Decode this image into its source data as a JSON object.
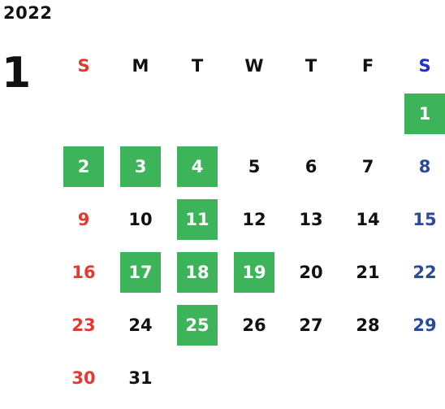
{
  "calendar": {
    "year": "2022",
    "month": "1",
    "weekdays": [
      "S",
      "M",
      "T",
      "W",
      "T",
      "F",
      "S"
    ],
    "first_weekday_index": 6,
    "days": [
      "1",
      "2",
      "3",
      "4",
      "5",
      "6",
      "7",
      "8",
      "9",
      "10",
      "11",
      "12",
      "13",
      "14",
      "15",
      "16",
      "17",
      "18",
      "19",
      "20",
      "21",
      "22",
      "23",
      "24",
      "25",
      "26",
      "27",
      "28",
      "29",
      "30",
      "31"
    ],
    "highlighted_days": [
      "1",
      "2",
      "3",
      "4",
      "11",
      "17",
      "18",
      "19",
      "25"
    ],
    "colors": {
      "highlight_bg": "#3db35a",
      "highlight_text": "#ffffff",
      "sunday": "#e23a2e",
      "saturday_header": "#1f2fd0",
      "saturday": "#2a4a9c",
      "default_text": "#111111"
    }
  }
}
